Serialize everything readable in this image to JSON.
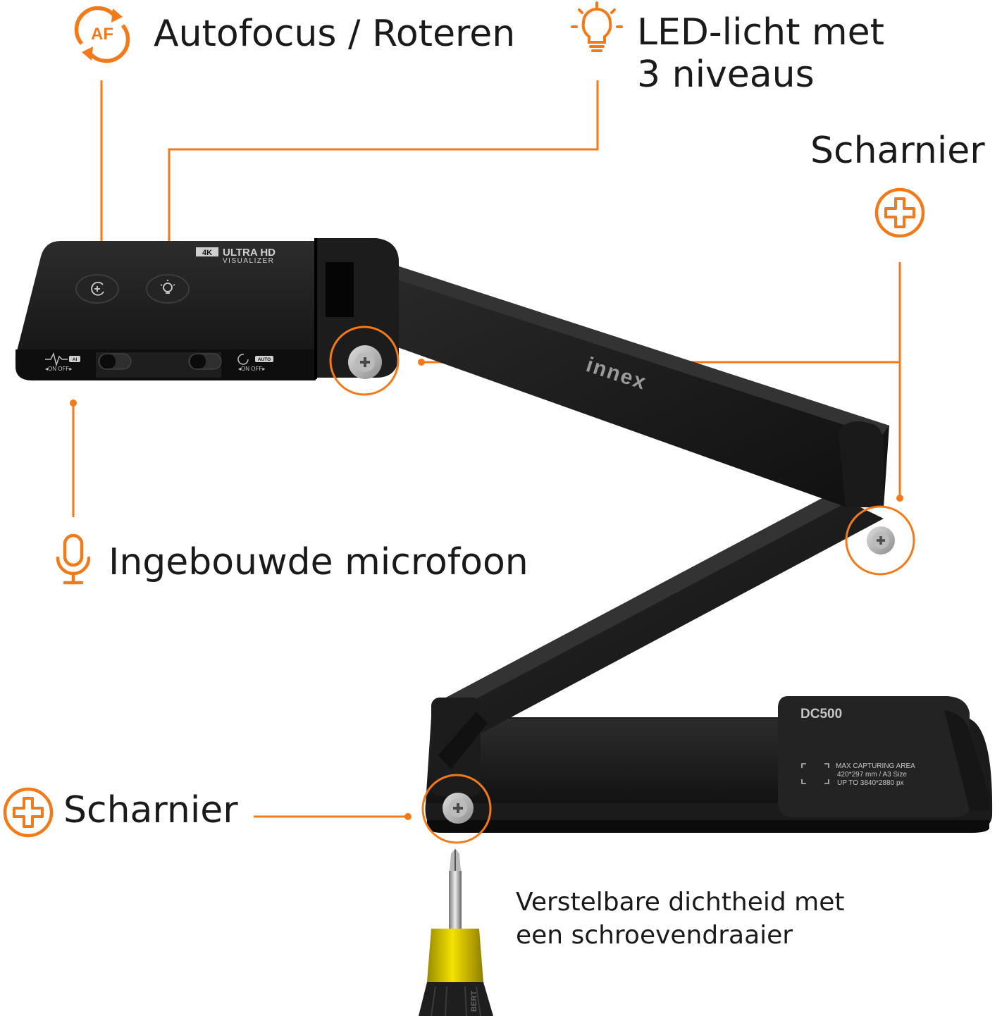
{
  "accent_color": "#f27a1a",
  "labels": {
    "autofocus": "Autofocus / Roteren",
    "led_line1": "LED-licht met",
    "led_line2": "3 niveaus",
    "hinge_top": "Scharnier",
    "microphone": "Ingebouwde microfoon",
    "hinge_bottom": "Scharnier",
    "adjust_line1": "Verstelbare dichtheid met",
    "adjust_line2": "een schroevendraaier"
  },
  "icons": {
    "autofocus": {
      "name": "autofocus-rotate-icon",
      "text": "AF"
    },
    "led": {
      "name": "light-bulb-icon"
    },
    "hinge_top": {
      "name": "plus-hinge-icon"
    },
    "microphone": {
      "name": "microphone-icon"
    },
    "hinge_bottom": {
      "name": "plus-hinge-icon"
    }
  },
  "device": {
    "head_badge": "4K",
    "head_title": "ULTRA HD",
    "head_subtitle": "VISUALIZER",
    "switch_mic_badge": "AI",
    "switch_mic_state": "◂ON  OFF▸",
    "switch_rotate_badge": "AUTO",
    "switch_rotate_state": "◂ON  OFF▸",
    "brand": "innex",
    "base_model": "DC500",
    "base_line1": "MAX CAPTURING AREA",
    "base_line2": "420*297 mm / A3 Size",
    "base_line3": "UP TO 3840*2880 px",
    "screwdriver_brand": "BERT"
  }
}
